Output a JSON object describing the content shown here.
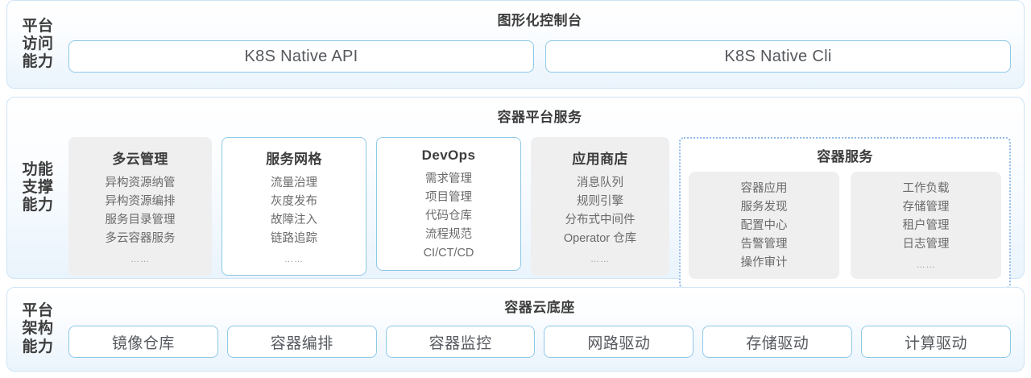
{
  "bands": [
    {
      "id": "platform-access",
      "label": "平台\n访问\n能力",
      "title": "图形化控制台",
      "pills": [
        {
          "label": "K8S Native API"
        },
        {
          "label": "K8S Native Cli"
        }
      ]
    },
    {
      "id": "function-support",
      "label": "功能\n支撑\n能力",
      "title": "容器平台服务",
      "cards": [
        {
          "id": "multi-cloud",
          "title": "多云管理",
          "style": "gray",
          "items": [
            "异构资源纳管",
            "异构资源编排",
            "服务目录管理",
            "多云容器服务",
            "……"
          ]
        },
        {
          "id": "service-mesh",
          "title": "服务网格",
          "style": "outlined",
          "items": [
            "流量治理",
            "灰度发布",
            "故障注入",
            "链路追踪",
            "……"
          ]
        },
        {
          "id": "devops",
          "title": "DevOps",
          "style": "outlined",
          "items": [
            "需求管理",
            "项目管理",
            "代码仓库",
            "流程规范",
            "CI/CT/CD"
          ]
        },
        {
          "id": "app-store",
          "title": "应用商店",
          "style": "gray",
          "items": [
            "消息队列",
            "规则引擎",
            "分布式中间件",
            "Operator 仓库",
            "……"
          ]
        }
      ],
      "group": {
        "id": "container-service",
        "title": "容器服务",
        "columns": [
          {
            "items": [
              "容器应用",
              "服务发现",
              "配置中心",
              "告警管理",
              "操作审计"
            ]
          },
          {
            "items": [
              "工作负载",
              "存储管理",
              "租户管理",
              "日志管理",
              "……"
            ]
          }
        ]
      }
    },
    {
      "id": "platform-architecture",
      "label": "平台\n架构\n能力",
      "title": "容器云底座",
      "boxes": [
        {
          "label": "镜像仓库"
        },
        {
          "label": "容器编排"
        },
        {
          "label": "容器监控"
        },
        {
          "label": "网路驱动"
        },
        {
          "label": "存储驱动"
        },
        {
          "label": "计算驱动"
        }
      ]
    }
  ],
  "colors": {
    "panel_border": "#cfe4f5",
    "panel_gradient_top": "#ffffff",
    "panel_gradient_bottom": "#eaf4fc",
    "box_border_blue": "#8ec9e8",
    "card_gray": "#efeff0",
    "dotted_border": "#8fb8e8",
    "text_dark": "#3d3d3d",
    "text_body": "#6a6a6a"
  }
}
